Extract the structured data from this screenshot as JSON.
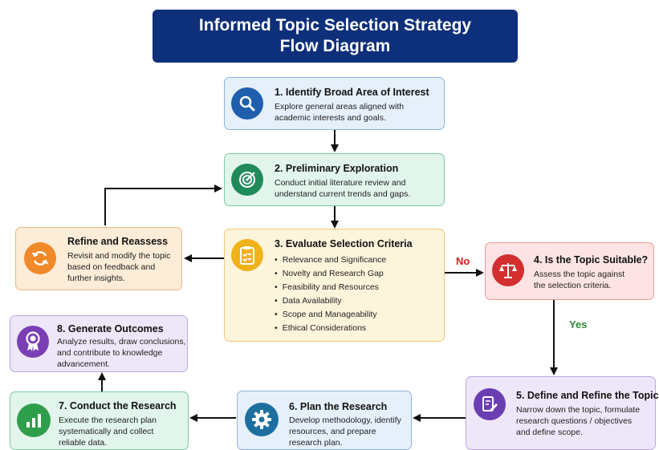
{
  "title": {
    "line1": "Informed Topic Selection Strategy",
    "line2": "Flow Diagram"
  },
  "colors": {
    "banner": "#0e2f7a",
    "no_label": "#d11f1f",
    "yes_label": "#2e8b3a"
  },
  "nodes": {
    "step1": {
      "title": "1. Identify Broad Area of Interest",
      "desc_lines": [
        "Explore general areas aligned with",
        "academic interests and goals."
      ],
      "icon": "search-icon"
    },
    "step2": {
      "title": "2. Preliminary Exploration",
      "desc_lines": [
        "Conduct initial literature review and",
        "understand current trends and gaps."
      ],
      "icon": "target-icon"
    },
    "step3": {
      "title": "3. Evaluate Selection Criteria",
      "criteria": [
        "Relevance and Significance",
        "Novelty and Research Gap",
        "Feasibility and Resources",
        "Data Availability",
        "Scope and Manageability",
        "Ethical Considerations"
      ],
      "icon": "clipboard-checklist-icon"
    },
    "refine": {
      "title": "Refine and Reassess",
      "desc_lines": [
        "Revisit and modify the topic",
        "based on feedback and",
        "further insights."
      ],
      "icon": "refresh-icon"
    },
    "step4": {
      "title": "4. Is the Topic Suitable?",
      "desc_lines": [
        "Assess the topic against",
        "the selection criteria."
      ],
      "icon": "scales-icon"
    },
    "step5": {
      "title": "5. Define and Refine the Topic",
      "desc_lines": [
        "Narrow down the topic, formulate",
        "research questions / objectives",
        "and define scope."
      ],
      "icon": "edit-document-icon"
    },
    "step6": {
      "title": "6. Plan the Research",
      "desc_lines": [
        "Develop methodology, identify",
        "resources, and prepare",
        "research plan."
      ],
      "icon": "gear-icon"
    },
    "step7": {
      "title": "7. Conduct the Research",
      "desc_lines": [
        "Execute the research plan",
        "systematically and collect",
        "reliable data."
      ],
      "icon": "bar-chart-icon"
    },
    "step8": {
      "title": "8. Generate Outcomes",
      "desc_lines": [
        "Analyze results, draw conclusions,",
        "and contribute to knowledge",
        "advancement."
      ],
      "icon": "award-badge-icon"
    }
  },
  "edges": {
    "no_label": "No",
    "yes_label": "Yes"
  }
}
